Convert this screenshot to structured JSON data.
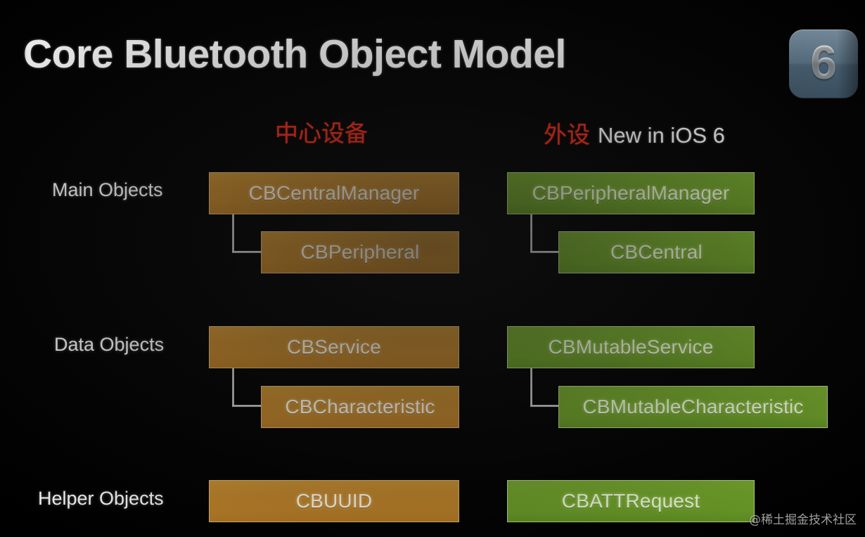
{
  "slide": {
    "title": "Core Bluetooth Object Model",
    "background_color": "#000000",
    "badge": {
      "name": "ios-6-badge",
      "number": "6"
    },
    "watermark": "@稀土掘金技术社区"
  },
  "annotations": {
    "central_cn": "中心设备",
    "peripheral_cn": "外设",
    "new_in_ios": "New in iOS 6",
    "annotation_color": "#f22b18"
  },
  "rows": [
    {
      "label": "Main Objects"
    },
    {
      "label": "Data Objects"
    },
    {
      "label": "Helper Objects"
    }
  ],
  "columns": {
    "central": {
      "accent_color": "#b97f27",
      "nodes": {
        "main_parent": "CBCentralManager",
        "main_child": "CBPeripheral",
        "data_parent": "CBService",
        "data_child": "CBCharacteristic",
        "helper": "CBUUID"
      }
    },
    "peripheral": {
      "accent_color": "#699a26",
      "nodes": {
        "main_parent": "CBPeripheralManager",
        "main_child": "CBCentral",
        "data_parent": "CBMutableService",
        "data_child": "CBMutableCharacteristic",
        "helper": "CBATTRequest"
      }
    }
  }
}
